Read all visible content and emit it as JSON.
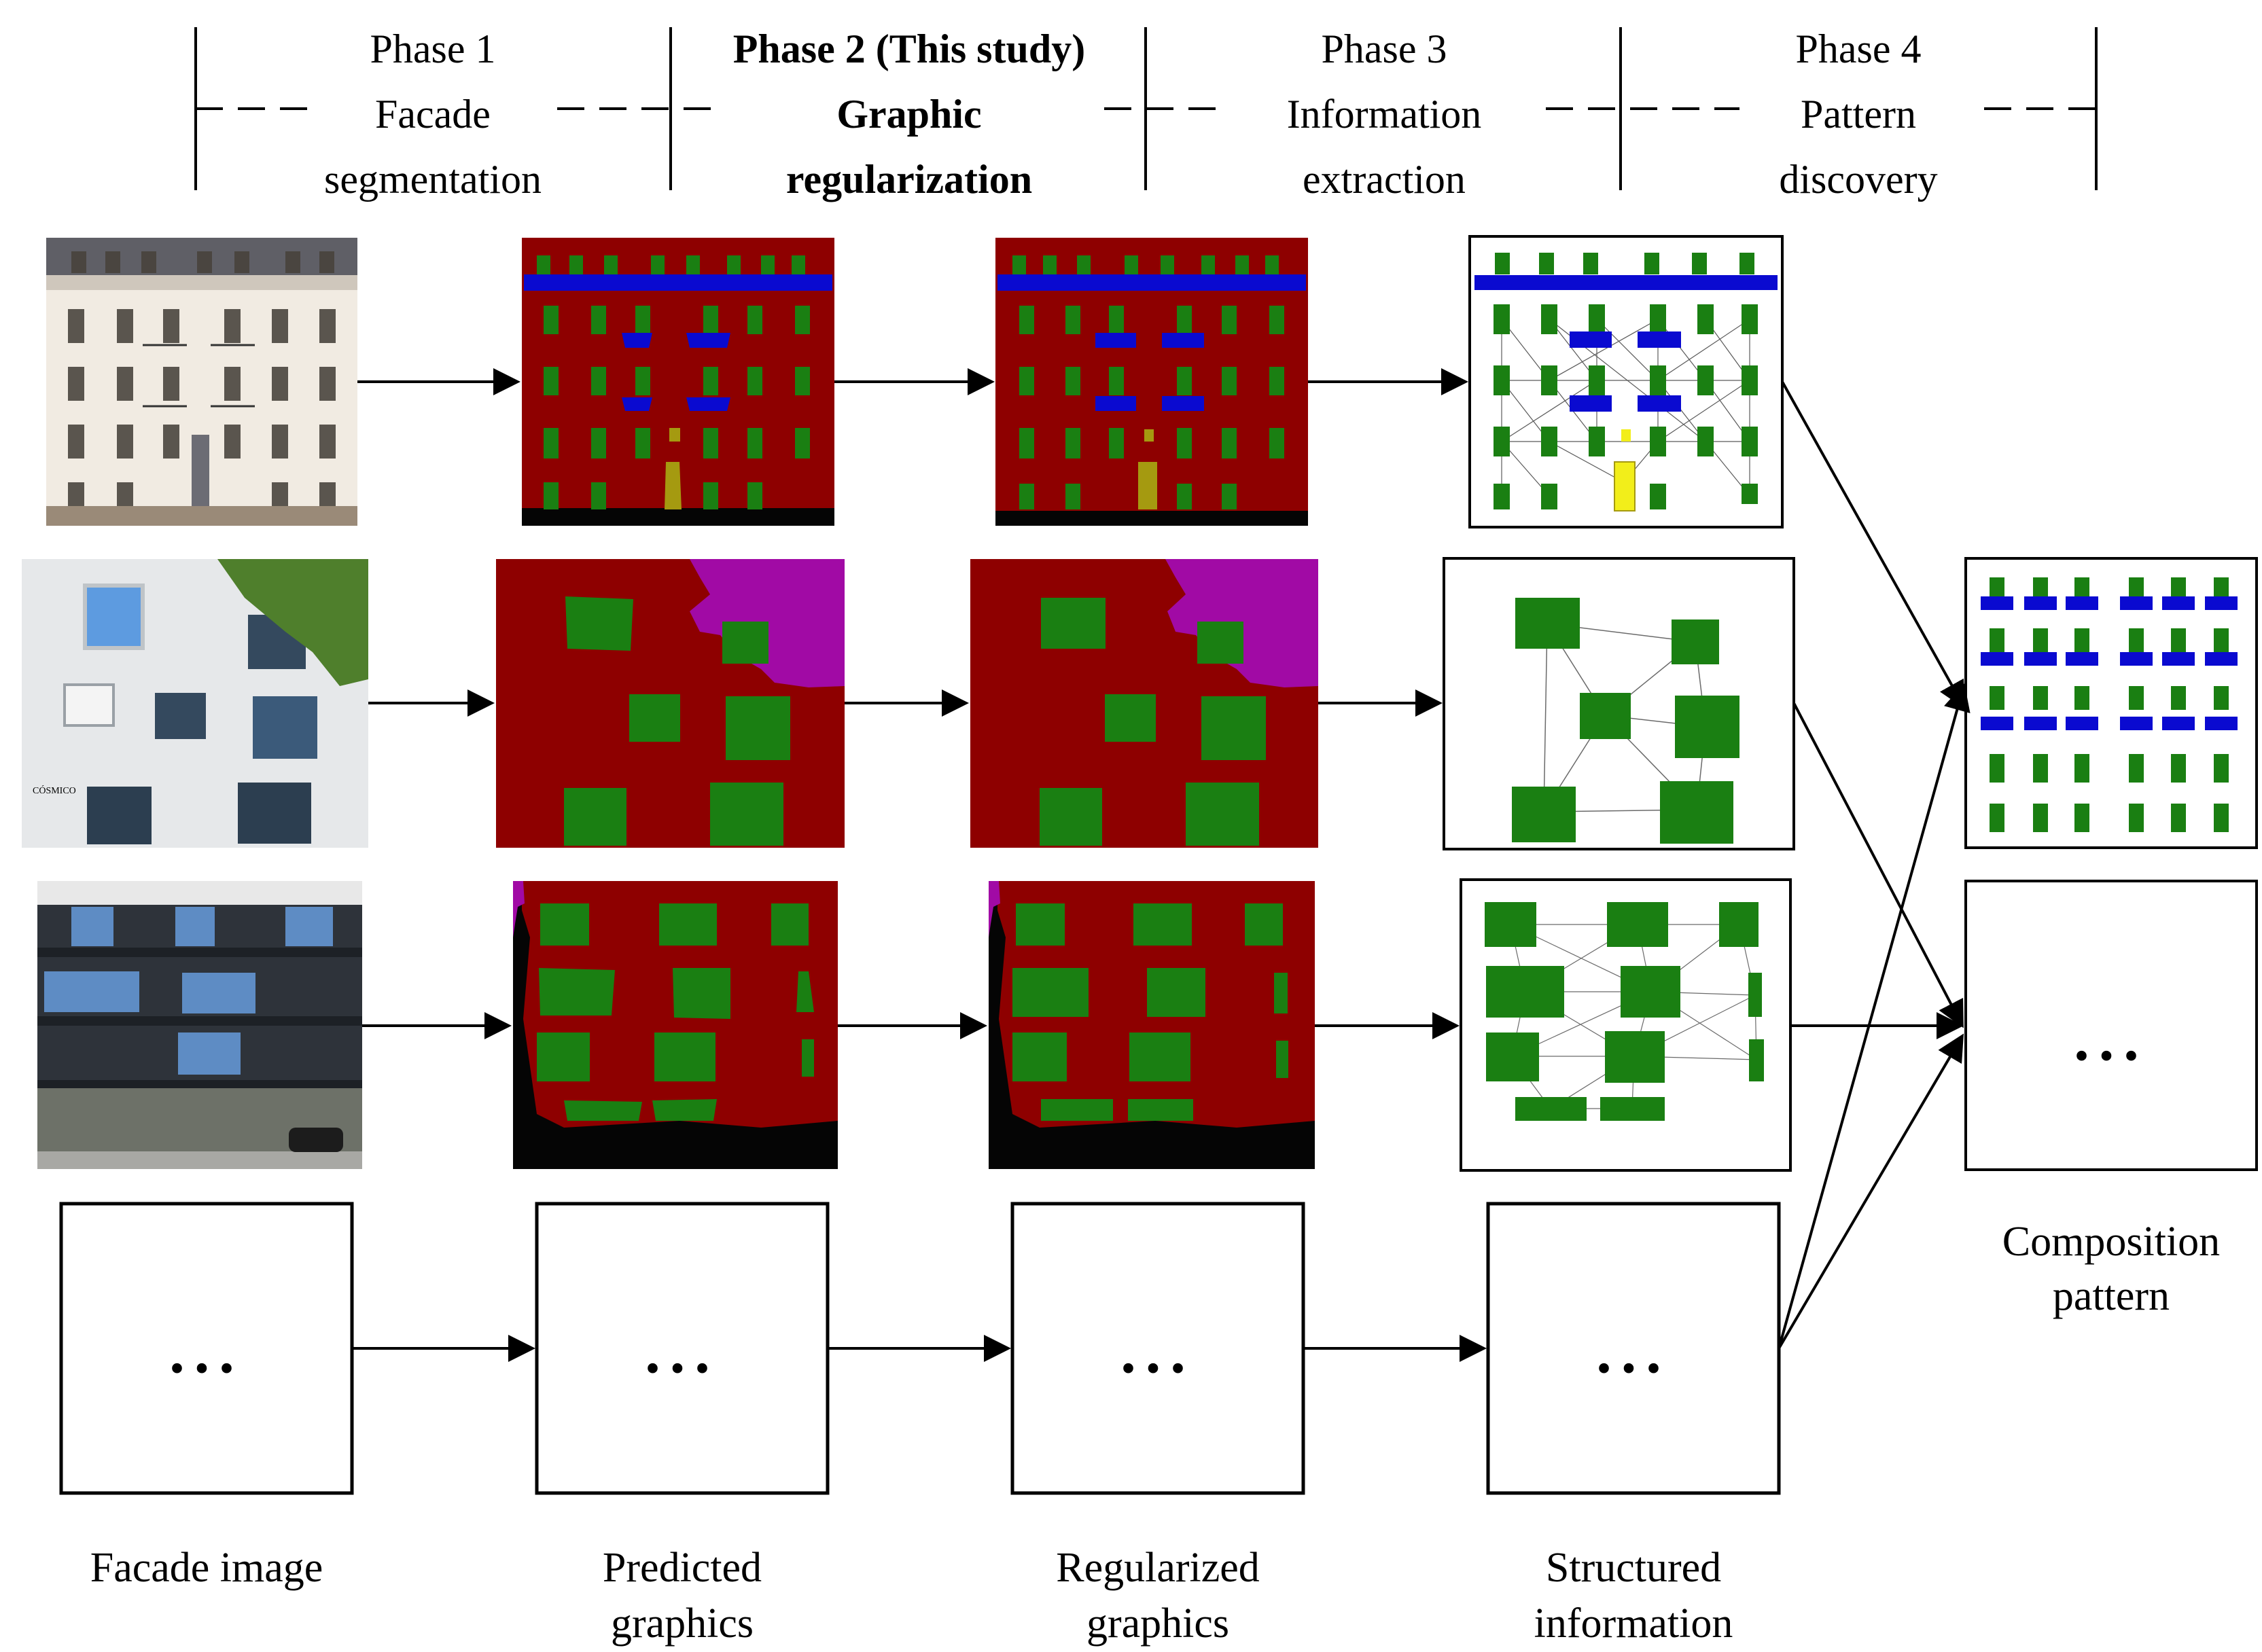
{
  "header": {
    "phases": [
      {
        "lines": [
          "Phase 1",
          "Facade",
          "segmentation"
        ],
        "bold": false
      },
      {
        "lines": [
          "Phase 2 (This study)",
          "Graphic",
          "regularization"
        ],
        "bold": true
      },
      {
        "lines": [
          "Phase 3",
          "Information",
          "extraction"
        ],
        "bold": false
      },
      {
        "lines": [
          "Phase 4",
          "Pattern",
          "discovery"
        ],
        "bold": false
      }
    ]
  },
  "columns": {
    "facade_image": [
      "Facade image"
    ],
    "predicted": [
      "Predicted",
      "graphics"
    ],
    "regularized": [
      "Regularized",
      "graphics"
    ],
    "structured": [
      "Structured",
      "information"
    ],
    "composition": [
      "Composition",
      "pattern"
    ]
  },
  "placeholder": "...",
  "colors": {
    "wall": "#8e0000",
    "window": "#1a7f12",
    "balcony": "#0a0ad0",
    "door": "#a59a10",
    "door_structured": "#f2ee1a",
    "vegetation": "#a10aa5",
    "background": "#050505",
    "edge": "#5a5a5a"
  }
}
